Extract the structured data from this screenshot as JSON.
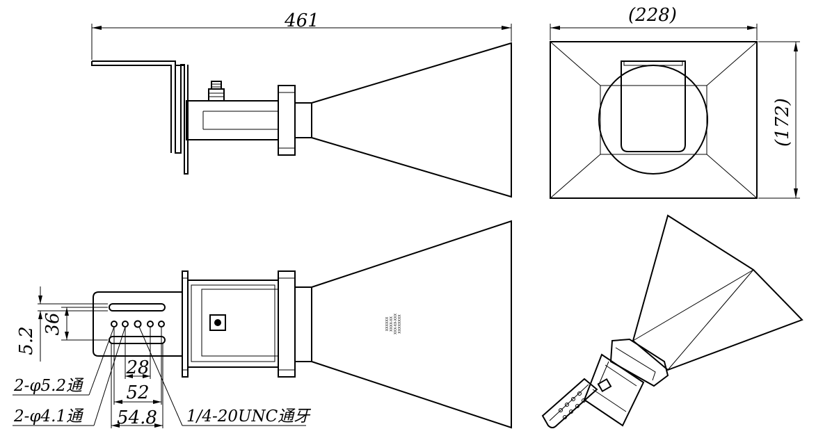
{
  "dimensions": {
    "overall_length": "461",
    "front_width": "(228)",
    "front_height": "(172)",
    "slot_spacing": "36",
    "slot_width": "5.2",
    "hole_spacing_small": "28",
    "hole_spacing_mid": "52",
    "hole_spacing_large": "54.8"
  },
  "callouts": {
    "hole_a": "2-φ5.2通",
    "hole_b": "2-φ4.1通",
    "thread": "1/4-20UNC通牙"
  },
  "nameplate": [
    "XXXXXX",
    "XXXX-XX",
    "XXX-XX-XXX",
    "XXXXXXXX"
  ]
}
